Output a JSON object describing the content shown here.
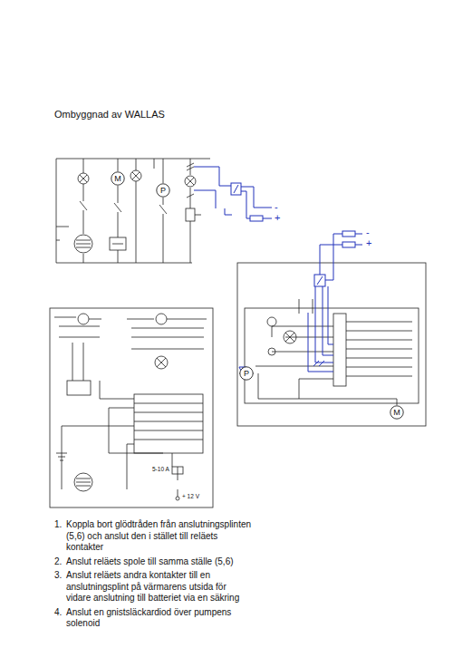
{
  "diagram": {
    "title": "Ombyggnad av WALLAS",
    "nodes": [
      {
        "text": [
          "M"
        ]
      },
      {
        "text": [
          "P"
        ]
      },
      {
        "text": [
          "P"
        ]
      },
      {
        "text": [
          "M"
        ]
      }
    ],
    "labels": [
      "-",
      "+",
      "-",
      "+",
      "5-10 A",
      "+ 12 V",
      "1.",
      "Koppla bort glödtråden från anslutningsplinten (5,6) och anslut den i stället till reläets kontakter",
      "2.",
      "Anslut reläets spole till samma ställe (5,6)",
      "3.",
      "Anslut reläets andra kontakter till en anslutningsplint på värmarens utsida för vidare anslutning till batteriet via en säkring",
      "4.",
      "Anslut en gnistsläckardiod över pumpens solenoid"
    ]
  }
}
